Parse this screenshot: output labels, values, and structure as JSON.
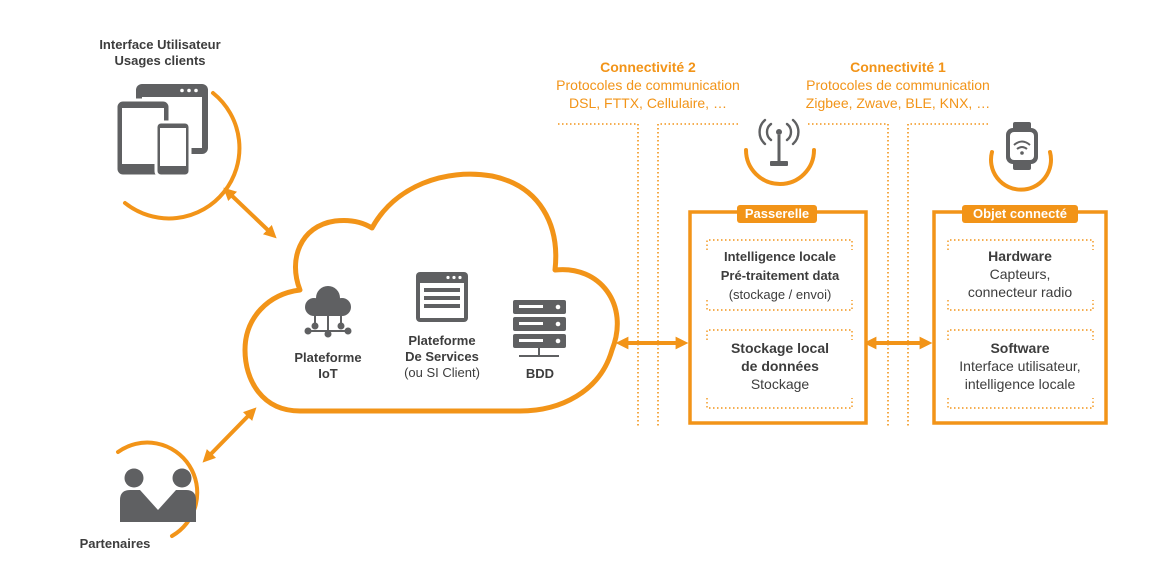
{
  "colors": {
    "accent": "#f29418",
    "icon_gray": "#5f6062",
    "text_dark": "#3d3d3d",
    "background": "#ffffff"
  },
  "user_interface": {
    "title_line1": "Interface Utilisateur",
    "title_line2": "Usages clients",
    "icon": "devices-icon"
  },
  "partners": {
    "label": "Partenaires",
    "icon": "handshake-people-icon"
  },
  "cloud": {
    "iot_platform": {
      "line1": "Plateforme",
      "line2": "IoT",
      "icon": "cloud-network-icon"
    },
    "services_platform": {
      "line1": "Plateforme",
      "line2": "De Services",
      "line3": "(ou SI Client)",
      "icon": "browser-window-icon"
    },
    "database": {
      "label": "BDD",
      "icon": "server-icon"
    }
  },
  "connectivity_2": {
    "title": "Connectivité 2",
    "line1": "Protocoles de communication",
    "line2": "DSL, FTTX, Cellulaire, …"
  },
  "connectivity_1": {
    "title": "Connectivité 1",
    "line1": "Protocoles de communication",
    "line2": "Zigbee, Zwave, BLE, KNX, …"
  },
  "gateway": {
    "title": "Passerelle",
    "icon": "antenna-icon",
    "section1": {
      "line1": "Intelligence locale",
      "line2": "Pré-traitement data",
      "line3": "(stockage / envoi)"
    },
    "section2": {
      "line1": "Stockage local",
      "line2": "de données",
      "line3": "Stockage"
    }
  },
  "connected_object": {
    "title": "Objet connecté",
    "icon": "smartwatch-icon",
    "section1": {
      "line1": "Hardware",
      "line2": "Capteurs,",
      "line3": "connecteur radio"
    },
    "section2": {
      "line1": "Software",
      "line2": "Interface utilisateur,",
      "line3": "intelligence locale"
    }
  }
}
